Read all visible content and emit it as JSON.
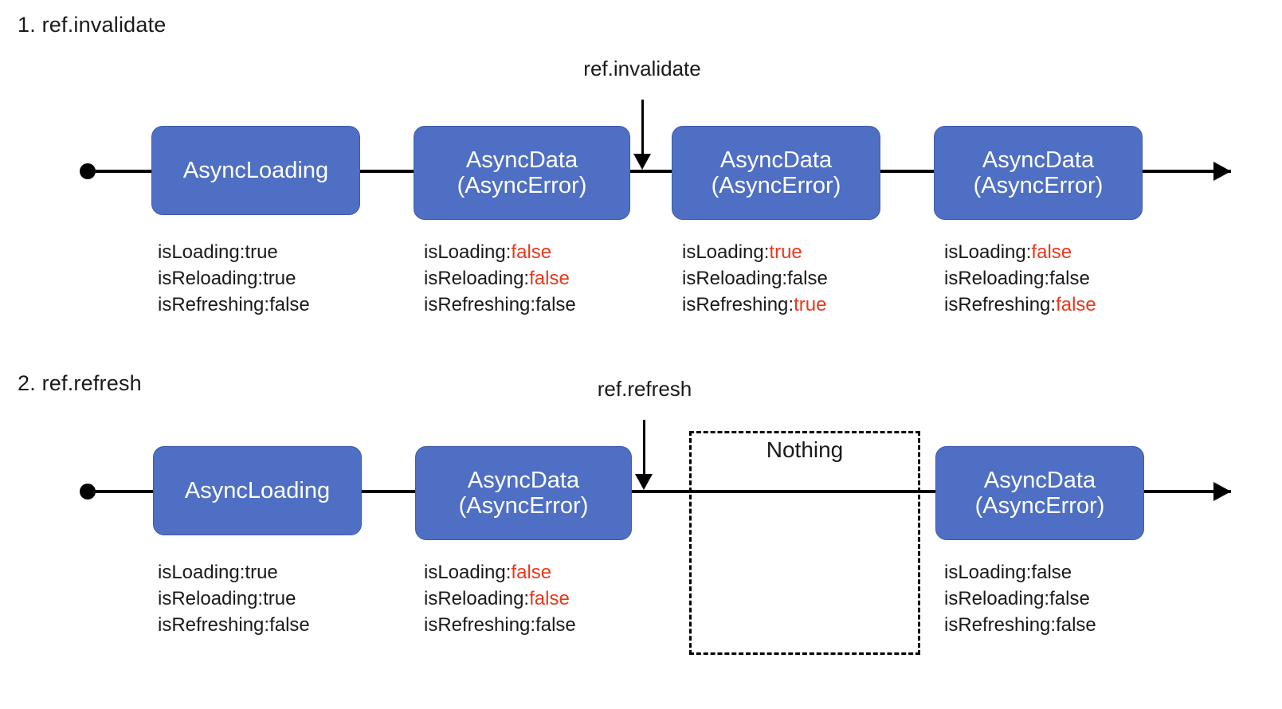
{
  "sections": [
    {
      "title": "1. ref.invalidate",
      "event": {
        "label": "ref.invalidate"
      },
      "nodes": [
        {
          "line1": "AsyncLoading",
          "line2": "",
          "flags": [
            {
              "key": "isLoading:",
              "value": "true",
              "highlight": false
            },
            {
              "key": "isReloading:",
              "value": "true",
              "highlight": false
            },
            {
              "key": "isRefreshing:",
              "value": "false",
              "highlight": false
            }
          ]
        },
        {
          "line1": "AsyncData",
          "line2": "(AsyncError)",
          "flags": [
            {
              "key": "isLoading:",
              "value": "false",
              "highlight": true
            },
            {
              "key": "isReloading:",
              "value": "false",
              "highlight": true
            },
            {
              "key": "isRefreshing:",
              "value": "false",
              "highlight": false
            }
          ]
        },
        {
          "line1": "AsyncData",
          "line2": "(AsyncError)",
          "flags": [
            {
              "key": "isLoading:",
              "value": "true",
              "highlight": true
            },
            {
              "key": "isReloading:",
              "value": "false",
              "highlight": false
            },
            {
              "key": "isRefreshing:",
              "value": "true",
              "highlight": true
            }
          ]
        },
        {
          "line1": "AsyncData",
          "line2": "(AsyncError)",
          "flags": [
            {
              "key": "isLoading:",
              "value": "false",
              "highlight": true
            },
            {
              "key": "isReloading:",
              "value": "false",
              "highlight": false
            },
            {
              "key": "isRefreshing:",
              "value": "false",
              "highlight": true
            }
          ]
        }
      ]
    },
    {
      "title": "2. ref.refresh",
      "event": {
        "label": "ref.refresh"
      },
      "nothing": {
        "label": "Nothing"
      },
      "nodes": [
        {
          "line1": "AsyncLoading",
          "line2": "",
          "flags": [
            {
              "key": "isLoading:",
              "value": "true",
              "highlight": false
            },
            {
              "key": "isReloading:",
              "value": "true",
              "highlight": false
            },
            {
              "key": "isRefreshing:",
              "value": "false",
              "highlight": false
            }
          ]
        },
        {
          "line1": "AsyncData",
          "line2": "(AsyncError)",
          "flags": [
            {
              "key": "isLoading:",
              "value": "false",
              "highlight": true
            },
            {
              "key": "isReloading:",
              "value": "false",
              "highlight": true
            },
            {
              "key": "isRefreshing:",
              "value": "false",
              "highlight": false
            }
          ]
        },
        {
          "line1": "AsyncData",
          "line2": "(AsyncError)",
          "flags": [
            {
              "key": "isLoading:",
              "value": "false",
              "highlight": false
            },
            {
              "key": "isReloading:",
              "value": "false",
              "highlight": false
            },
            {
              "key": "isRefreshing:",
              "value": "false",
              "highlight": false
            }
          ]
        }
      ]
    }
  ],
  "colors": {
    "box_fill": "#4E6FC3",
    "box_text": "#FFFFFF",
    "highlight": "#E8381B",
    "line": "#000000",
    "text": "#1A1A1A"
  }
}
